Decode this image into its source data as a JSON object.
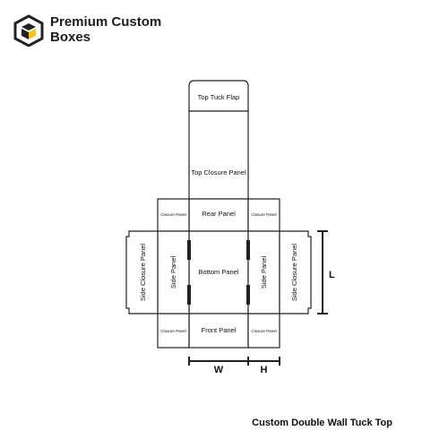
{
  "brand": {
    "line1": "Premium Custom",
    "line2": "Boxes",
    "icon": "isometric-box-logo-icon",
    "colors": {
      "dark": "#222222",
      "accent": "#f5c518"
    }
  },
  "dieline": {
    "panels": {
      "top_tuck_flap": "Top Tuck Flap",
      "top_closure_panel": "Top Closure Panel",
      "rear_panel": "Rear Panel",
      "bottom_panel": "Bottom Panel",
      "front_panel": "Front Panel",
      "left_side_panel": "Side Panel",
      "right_side_panel": "Side Panel",
      "left_side_closure_panel": "Side Closure Panel",
      "right_side_closure_panel": "Side Closure Panel",
      "closure_panel_top_left": "Closure Panel",
      "closure_panel_top_right": "Closure Panel",
      "closure_panel_bottom_left": "Closure Panel",
      "closure_panel_bottom_right": "Closure Panel"
    },
    "dimensions": {
      "length": "L",
      "width": "W",
      "height": "H"
    }
  },
  "caption": "Custom Double Wall Tuck Top"
}
